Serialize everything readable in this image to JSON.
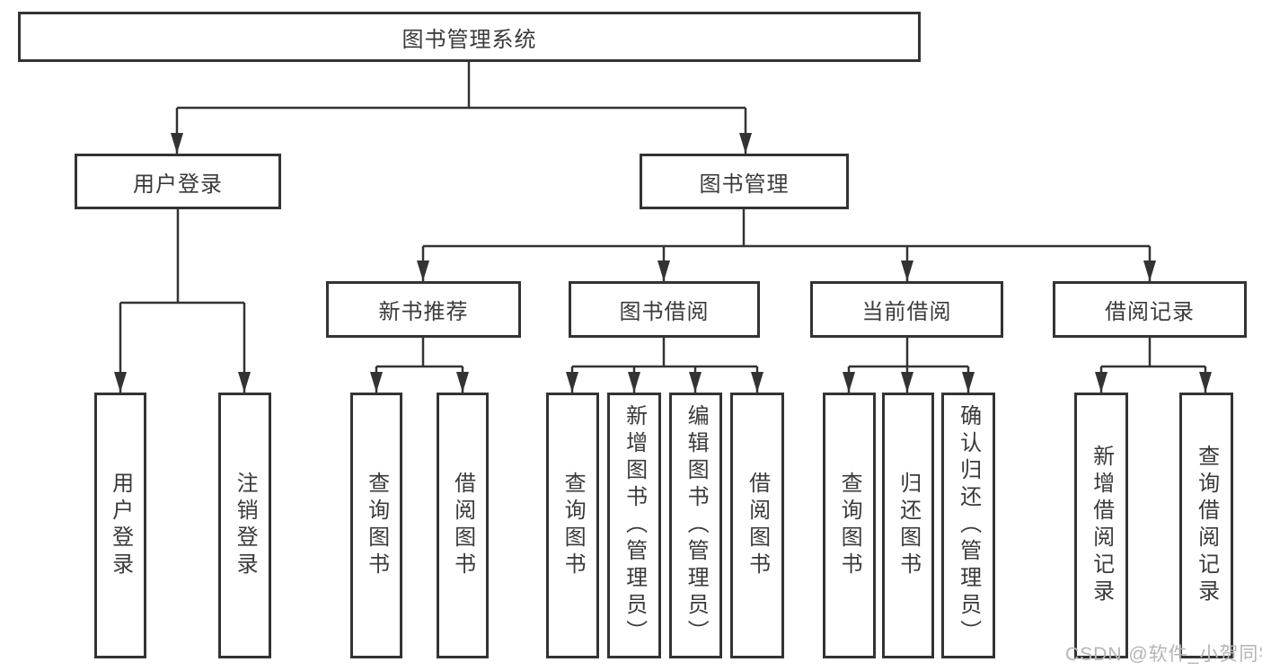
{
  "diagram": {
    "root": {
      "label": "图书管理系统"
    },
    "branches": [
      {
        "label": "用户登录",
        "leaves": [
          "用户登录",
          "注销登录"
        ]
      },
      {
        "label": "图书管理",
        "children": [
          {
            "label": "新书推荐",
            "leaves": [
              "查询图书",
              "借阅图书"
            ]
          },
          {
            "label": "图书借阅",
            "leaves": [
              "查询图书",
              "新增图书（管理员）",
              "编辑图书（管理员）",
              "借阅图书"
            ]
          },
          {
            "label": "当前借阅",
            "leaves": [
              "查询图书",
              "归还图书",
              "确认归还（管理员）"
            ]
          },
          {
            "label": "借阅记录",
            "leaves": [
              "新增借阅记录",
              "查询借阅记录"
            ]
          }
        ]
      }
    ],
    "watermark": "CSDN @软件_小贺同学",
    "colors": {
      "line": "#333333",
      "text": "#3a3a3a",
      "watermark": "#b5b5b5",
      "background": "#ffffff"
    }
  }
}
